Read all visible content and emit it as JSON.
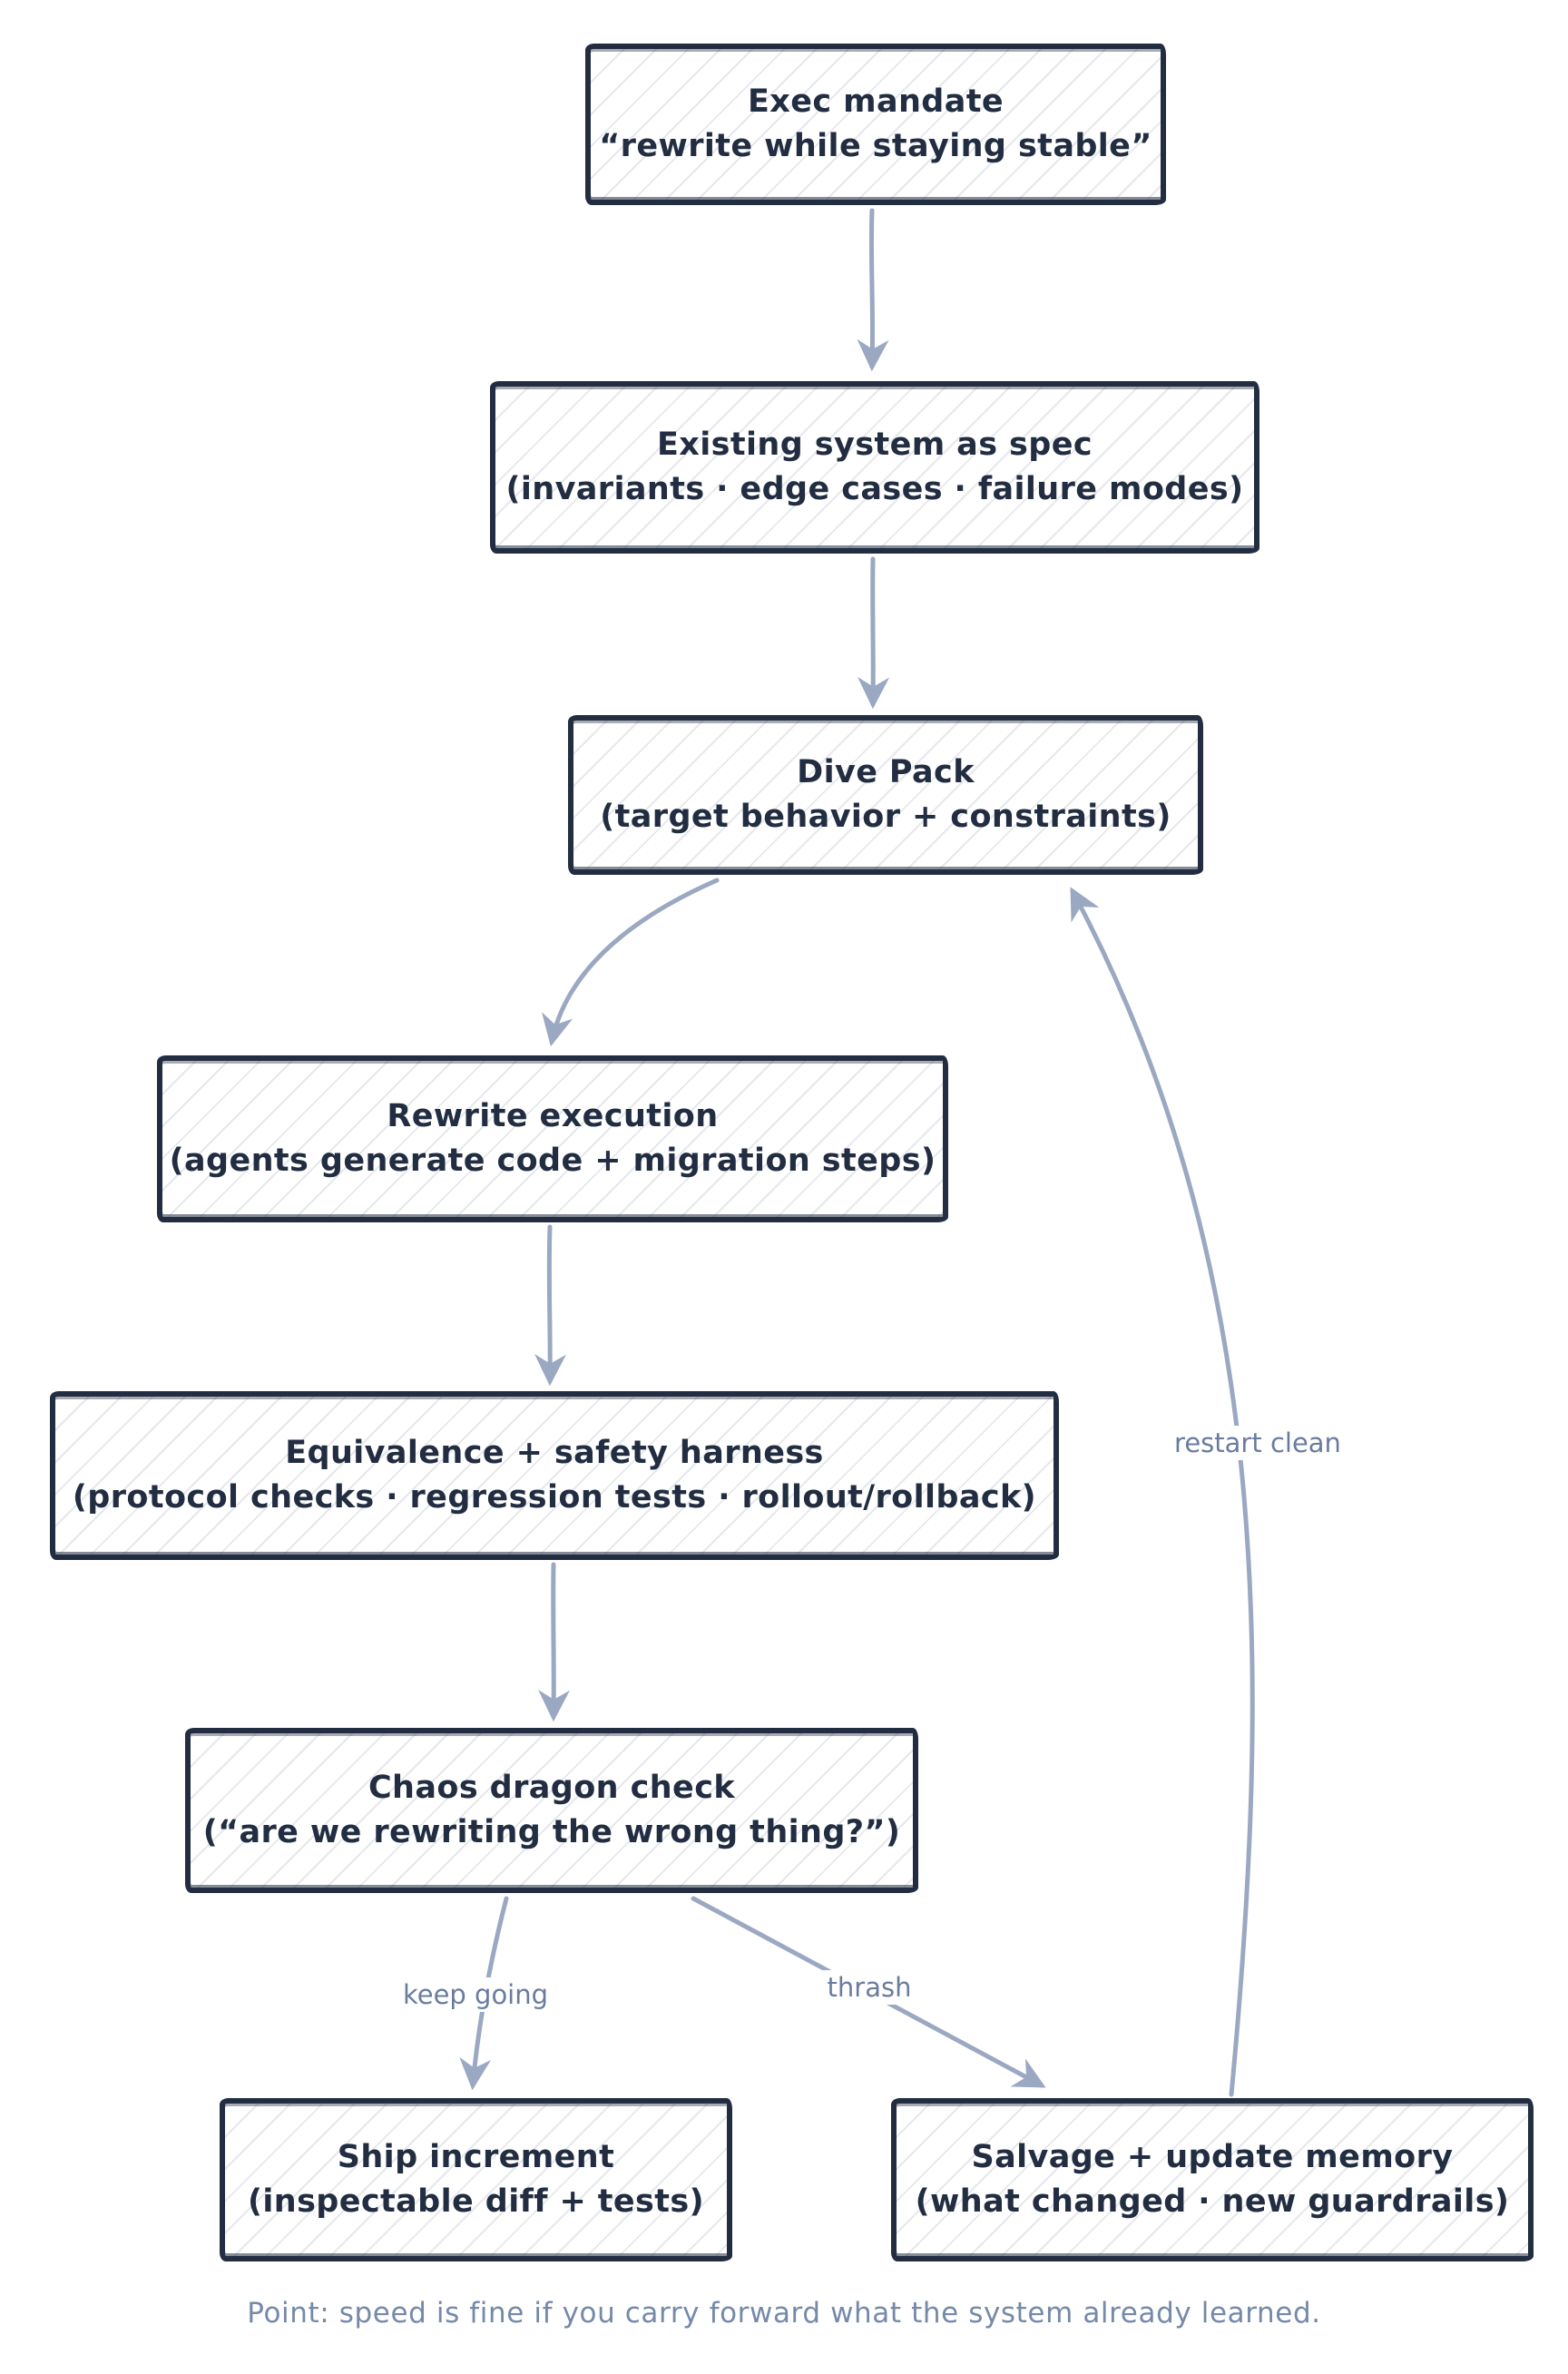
{
  "diagram": {
    "type": "flowchart",
    "background_color": "#ffffff",
    "node_border_color": "#222d42",
    "node_text_color": "#222d42",
    "arrow_color": "#9aa8c2",
    "edge_label_color": "#6a7c9e",
    "caption_color": "#7589a9",
    "nodes": [
      {
        "id": "exec-mandate",
        "line1": "Exec mandate",
        "line2": "“rewrite while staying stable”"
      },
      {
        "id": "existing-system-as-spec",
        "line1": "Existing system as spec",
        "line2": "(invariants · edge cases · failure modes)"
      },
      {
        "id": "dive-pack",
        "line1": "Dive Pack",
        "line2": "(target behavior + constraints)"
      },
      {
        "id": "rewrite-execution",
        "line1": "Rewrite execution",
        "line2": "(agents generate code + migration steps)"
      },
      {
        "id": "equivalence-safety-harness",
        "line1": "Equivalence + safety harness",
        "line2": "(protocol checks · regression tests · rollout/rollback)"
      },
      {
        "id": "chaos-dragon-check",
        "line1": "Chaos dragon check",
        "line2": "(“are we rewriting the wrong thing?”)"
      },
      {
        "id": "ship-increment",
        "line1": "Ship increment",
        "line2": "(inspectable diff + tests)"
      },
      {
        "id": "salvage-update-memory",
        "line1": "Salvage + update memory",
        "line2": "(what changed · new guardrails)"
      }
    ],
    "edges": [
      {
        "from": "exec-mandate",
        "to": "existing-system-as-spec",
        "label": ""
      },
      {
        "from": "existing-system-as-spec",
        "to": "dive-pack",
        "label": ""
      },
      {
        "from": "dive-pack",
        "to": "rewrite-execution",
        "label": ""
      },
      {
        "from": "rewrite-execution",
        "to": "equivalence-safety-harness",
        "label": ""
      },
      {
        "from": "equivalence-safety-harness",
        "to": "chaos-dragon-check",
        "label": ""
      },
      {
        "from": "chaos-dragon-check",
        "to": "ship-increment",
        "label": "keep going"
      },
      {
        "from": "chaos-dragon-check",
        "to": "salvage-update-memory",
        "label": "thrash"
      },
      {
        "from": "salvage-update-memory",
        "to": "dive-pack",
        "label": "restart clean"
      }
    ],
    "caption": "Point: speed is fine if you carry forward what the system already learned."
  }
}
